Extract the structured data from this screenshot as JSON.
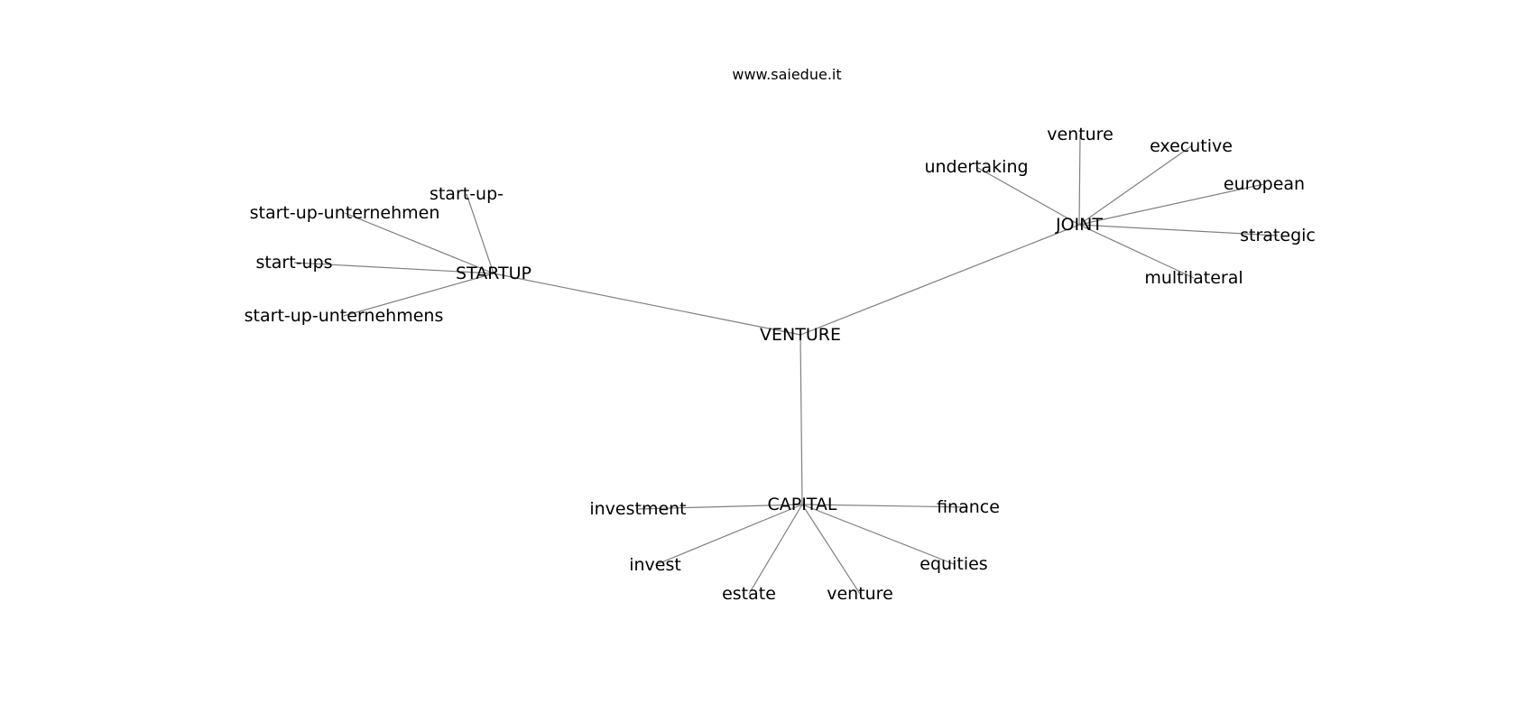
{
  "watermark": "www.saiedue.it",
  "nodes": {
    "venture": "VENTURE",
    "startup": "STARTUP",
    "joint": "JOINT",
    "capital": "CAPITAL",
    "start_up_dash": "start-up-",
    "start_up_unternehmen": "start-up-unternehmen",
    "start_ups": "start-ups",
    "start_up_unternehmens": "start-up-unternehmens",
    "undertaking": "undertaking",
    "joint_venture": "venture",
    "executive": "executive",
    "european": "european",
    "strategic": "strategic",
    "multilateral": "multilateral",
    "investment": "investment",
    "invest": "invest",
    "estate": "estate",
    "capital_venture": "venture",
    "equities": "equities",
    "finance": "finance"
  },
  "edges": [
    [
      "venture",
      "startup"
    ],
    [
      "venture",
      "joint"
    ],
    [
      "venture",
      "capital"
    ],
    [
      "startup",
      "start_up_dash"
    ],
    [
      "startup",
      "start_up_unternehmen"
    ],
    [
      "startup",
      "start_ups"
    ],
    [
      "startup",
      "start_up_unternehmens"
    ],
    [
      "joint",
      "undertaking"
    ],
    [
      "joint",
      "joint_venture"
    ],
    [
      "joint",
      "executive"
    ],
    [
      "joint",
      "european"
    ],
    [
      "joint",
      "strategic"
    ],
    [
      "joint",
      "multilateral"
    ],
    [
      "capital",
      "investment"
    ],
    [
      "capital",
      "invest"
    ],
    [
      "capital",
      "estate"
    ],
    [
      "capital",
      "capital_venture"
    ],
    [
      "capital",
      "equities"
    ],
    [
      "capital",
      "finance"
    ]
  ]
}
